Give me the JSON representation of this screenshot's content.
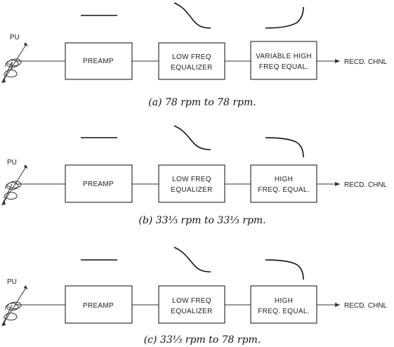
{
  "diagrams": [
    {
      "pickup_label": "PU",
      "boxes": [
        {
          "lines": [
            "PREAMP"
          ]
        },
        {
          "lines": [
            "LOW FREQ",
            "EQUALIZER"
          ]
        },
        {
          "lines": [
            "VARIABLE HIGH",
            "FREQ  EQUAL."
          ]
        }
      ],
      "output_label": "RECD. CHNL",
      "caption": "(a)  78 rpm to 78 rpm."
    },
    {
      "pickup_label": "PU",
      "boxes": [
        {
          "lines": [
            "PREAMP"
          ]
        },
        {
          "lines": [
            "LOW FREQ",
            "EQUALIZER"
          ]
        },
        {
          "lines": [
            "HIGH",
            "FREQ. EQUAL."
          ]
        }
      ],
      "output_label": "RECD. CHNL",
      "caption": "(b)  33⅓ rpm to 33⅓ rpm."
    },
    {
      "pickup_label": "PU",
      "boxes": [
        {
          "lines": [
            "PREAMP"
          ]
        },
        {
          "lines": [
            "LOW FREQ",
            "EQUALIZER"
          ]
        },
        {
          "lines": [
            "HIGH",
            "FREQ. EQUAL."
          ]
        }
      ],
      "output_label": "RECD. CHNL",
      "caption": "(c)  33⅓ rpm to 78 rpm."
    }
  ]
}
